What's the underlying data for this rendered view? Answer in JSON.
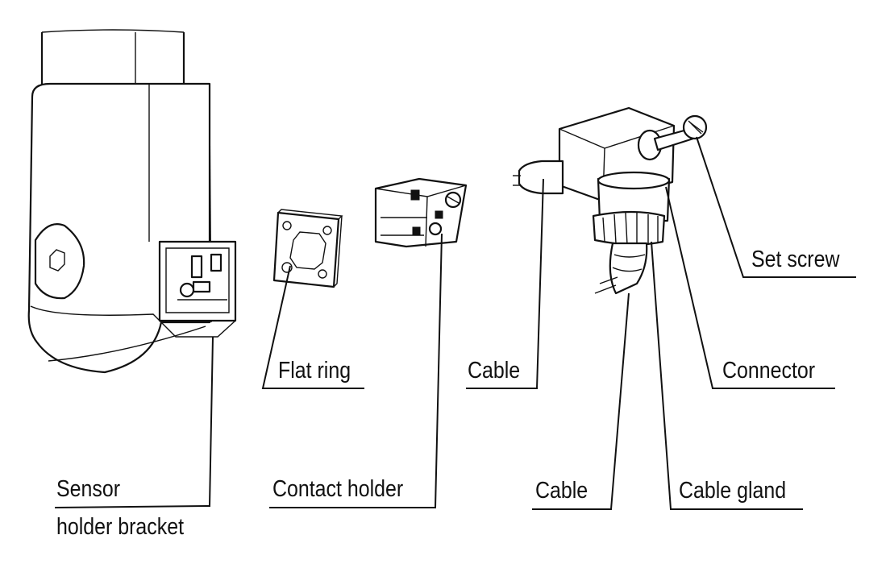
{
  "labels": {
    "sensor_holder_bracket_line1": "Sensor",
    "sensor_holder_bracket_line2": "holder bracket",
    "flat_ring": "Flat ring",
    "contact_holder": "Contact holder",
    "cable_upper": "Cable",
    "cable_lower": "Cable",
    "connector": "Connector",
    "set_screw": "Set screw",
    "cable_gland": "Cable gland"
  }
}
